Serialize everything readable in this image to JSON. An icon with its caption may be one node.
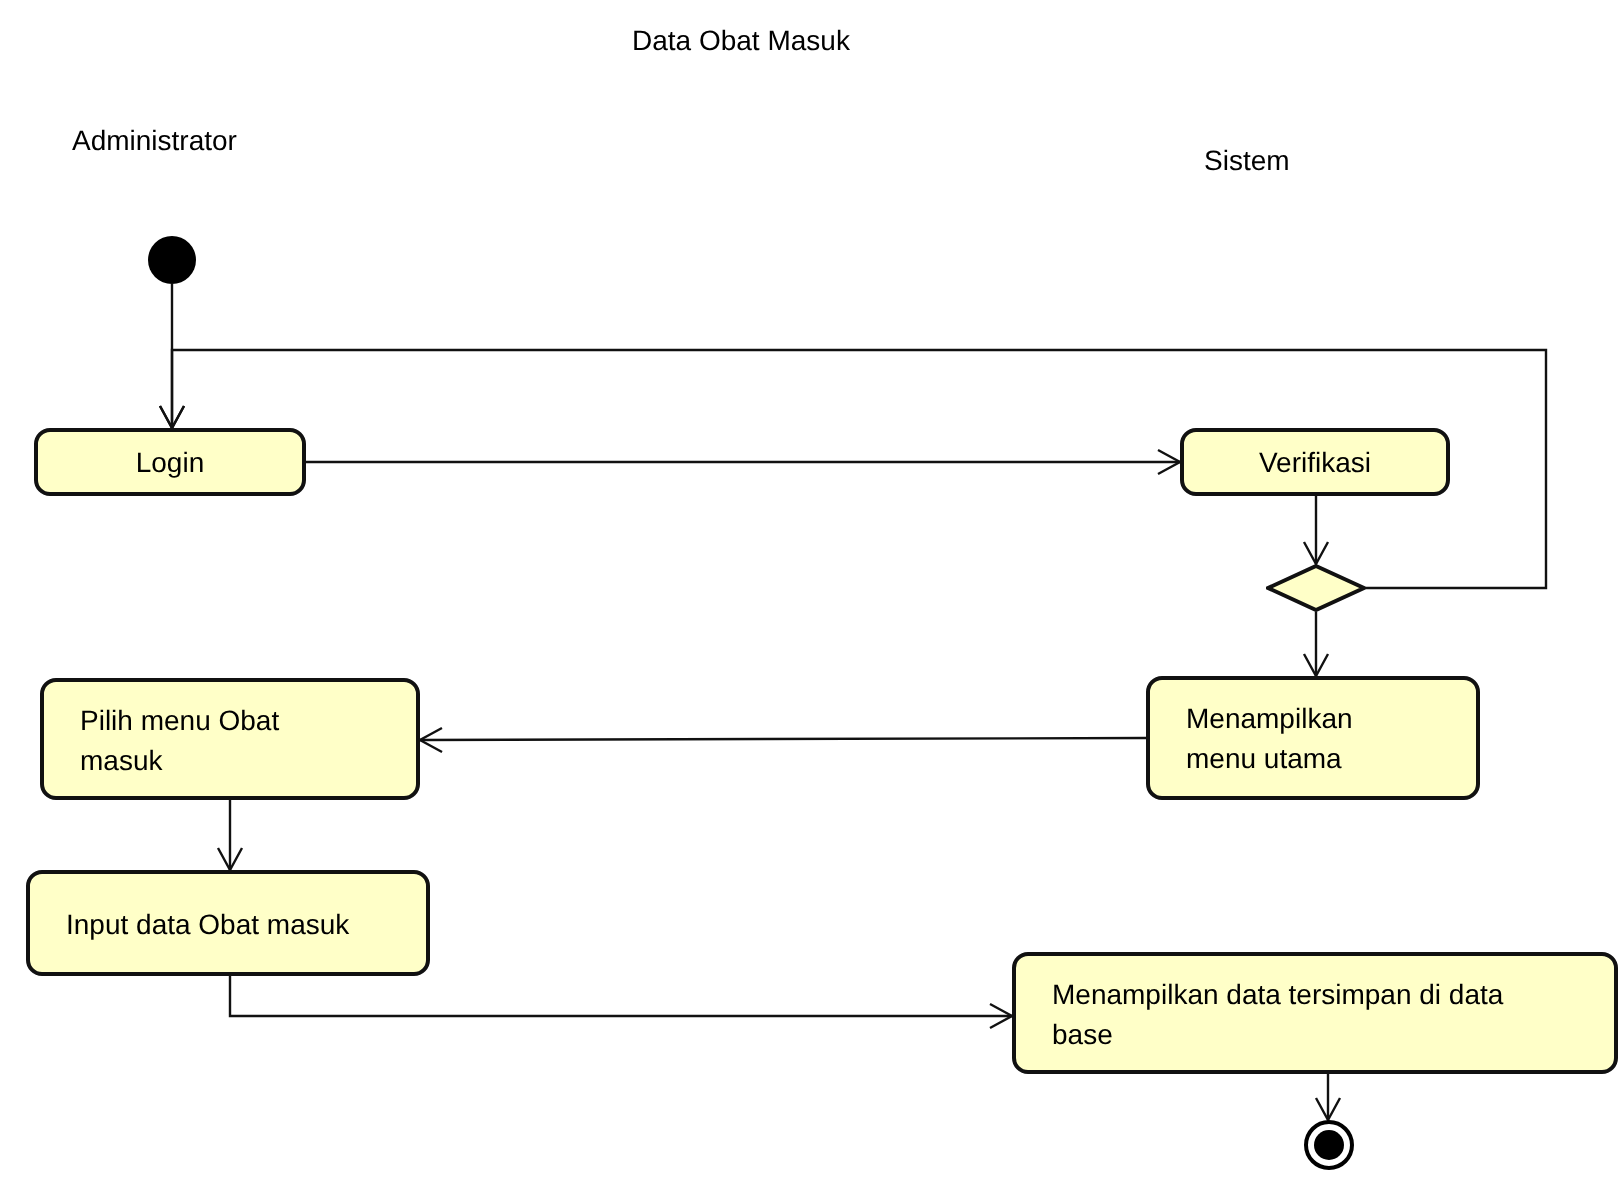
{
  "diagram": {
    "title": "Data Obat Masuk",
    "nodes": [
      {
        "text": [],
        "shape": "circle"
      },
      {
        "text": [
          "Login"
        ]
      },
      {
        "text": [
          "Verifikasi"
        ]
      },
      {
        "text": [],
        "shape": "diamond"
      },
      {
        "text": [
          "Menampilkan menu utama"
        ]
      },
      {
        "text": [
          "Pilih menu Obat masuk"
        ]
      },
      {
        "text": [
          "Input data Obat masuk"
        ]
      },
      {
        "text": [
          "Menampilkan data tersimpan di data base"
        ]
      },
      {
        "text": [],
        "shape": "circle"
      }
    ],
    "edges": [
      {
        "from": 0,
        "to": 1,
        "arrow": "to"
      },
      {
        "from": 3,
        "to": 1,
        "arrow": "to"
      },
      {
        "from": 1,
        "to": 2,
        "arrow": "to"
      },
      {
        "from": 2,
        "to": 3,
        "arrow": "to"
      },
      {
        "from": 3,
        "to": 4,
        "arrow": "to"
      },
      {
        "from": 4,
        "to": 5,
        "arrow": "to"
      },
      {
        "from": 5,
        "to": 6,
        "arrow": "to"
      },
      {
        "from": 6,
        "to": 7,
        "arrow": "to"
      },
      {
        "from": 7,
        "to": 8,
        "arrow": "to"
      }
    ],
    "labels": [
      "Administrator",
      "Sistem"
    ]
  }
}
